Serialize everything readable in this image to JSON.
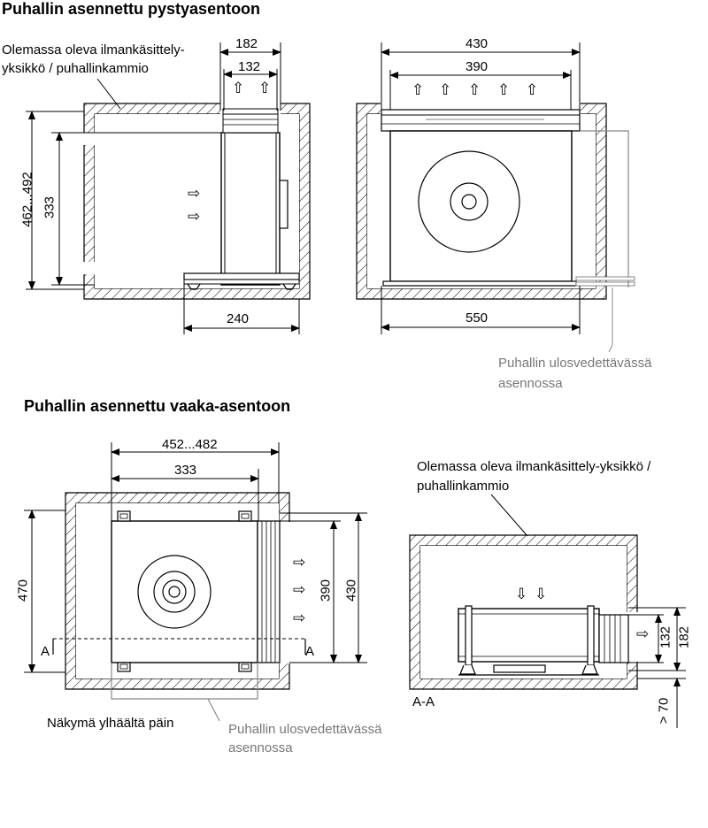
{
  "section1": {
    "title": "Puhallin asennettu pystyasentoon",
    "existing_unit_line1": "Olemassa oleva ilmankäsittely-",
    "existing_unit_line2": "yksikkö / puhallinkammio",
    "dim_outlet_outer": "182",
    "dim_outlet_inner": "132",
    "dim_height_range": "462...492",
    "dim_height": "333",
    "dim_depth": "240",
    "dim_width_outer": "430",
    "dim_width_inner": "390",
    "dim_length": "550",
    "pulled_out_line1": "Puhallin ulosvedettävässä",
    "pulled_out_line2": "asennossa"
  },
  "section2": {
    "title": "Puhallin asennettu vaaka-asentoon",
    "dim_width_range": "452...482",
    "dim_width": "333",
    "dim_470": "470",
    "dim_390": "390",
    "dim_430": "430",
    "section_marker_left": "A",
    "section_marker_right": "A",
    "view_from_above": "Näkymä ylhäältä päin",
    "pulled_out_line1": "Puhallin ulosvedettävässä",
    "pulled_out_line2": "asennossa",
    "existing_unit_line1": "Olemassa oleva ilmankäsittely-yksikkö /",
    "existing_unit_line2": "puhallinkammio",
    "section_label": "A-A",
    "dim_132": "132",
    "dim_182": "182",
    "dim_min_70": "> 70"
  },
  "arrows": {
    "up": "⇧",
    "right": "⇨",
    "down": "⇩"
  }
}
